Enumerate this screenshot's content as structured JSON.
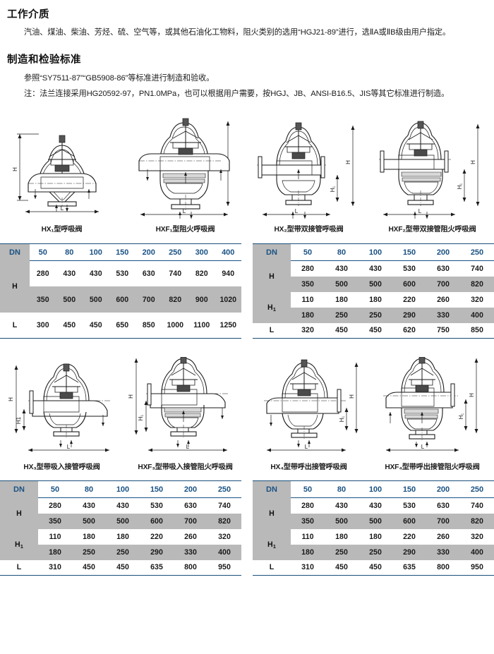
{
  "sections": [
    {
      "id": "working-medium",
      "title": "工作介质",
      "lines": [
        "汽油、煤油、柴油、芳烃、硫、空气等，或其他石油化工物料，阻火类别的选用“HGJ21-89”进行，选ⅡA或ⅡB级由用户指定。"
      ]
    },
    {
      "id": "manufacturing-standard",
      "title": "制造和检验标准",
      "lines": [
        "参照“SY7511-87”“GB5908-86”等标准进行制造和验收。",
        "注：法兰连接采用HG20592-97，PN1.0MPa，也可以根据用户需要，按HGJ、JB、ANSI-B16.5、JIS等其它标准进行制造。"
      ]
    }
  ],
  "diagrams_top": [
    {
      "id": "hx1",
      "caption": "HX₁型呼吸阀",
      "dims": [
        "H",
        "L"
      ]
    },
    {
      "id": "hxf1",
      "caption": "HXF₁型阻火呼吸阀",
      "dims": [
        "H",
        "L"
      ]
    },
    {
      "id": "hx2",
      "caption": "HX₂型带双接管呼吸阀",
      "dims": [
        "H",
        "H₁",
        "L"
      ]
    },
    {
      "id": "hxf2",
      "caption": "HXF₂型带双接管阻火呼吸阀",
      "dims": [
        "H",
        "H₁",
        "L"
      ]
    }
  ],
  "diagrams_bottom": [
    {
      "id": "hx3",
      "caption": "HX₃型带吸入接管呼吸阀",
      "dims": [
        "H",
        "H1",
        "L"
      ]
    },
    {
      "id": "hxf3",
      "caption": "HXF₃型带吸入接管阻火呼吸阀",
      "dims": [
        "H",
        "H₁",
        "L"
      ]
    },
    {
      "id": "hx4",
      "caption": "HX₄型带呼出接管呼吸阀",
      "dims": [
        "H",
        "H₁",
        "L"
      ]
    },
    {
      "id": "hxf4",
      "caption": "HXF₄型带呼出接管阻火呼吸阀",
      "dims": [
        "H",
        "H₁",
        "L"
      ]
    }
  ],
  "colors": {
    "header_text": "#1a5284",
    "rule": "#1a4f7a",
    "shaded_cell": "#b9b9b9",
    "body_text": "#1a1a1a"
  },
  "tables": [
    {
      "id": "table-hx1-hxf1",
      "dn_label": "DN",
      "columns": [
        "50",
        "80",
        "100",
        "150",
        "200",
        "250",
        "300",
        "400"
      ],
      "rows": [
        {
          "label": "H",
          "label_sub": "",
          "span": 2,
          "values": [
            [
              "280",
              "430",
              "430",
              "530",
              "630",
              "740",
              "820",
              "940"
            ],
            [
              "350",
              "500",
              "500",
              "600",
              "700",
              "820",
              "900",
              "1020"
            ]
          ]
        },
        {
          "label": "L",
          "label_sub": "",
          "span": 1,
          "values": [
            [
              "300",
              "450",
              "450",
              "650",
              "850",
              "1000",
              "1100",
              "1250"
            ]
          ]
        }
      ]
    },
    {
      "id": "table-hx2-hxf2",
      "dn_label": "DN",
      "columns": [
        "50",
        "80",
        "100",
        "150",
        "200",
        "250"
      ],
      "rows": [
        {
          "label": "H",
          "label_sub": "",
          "span": 2,
          "values": [
            [
              "280",
              "430",
              "430",
              "530",
              "630",
              "740"
            ],
            [
              "350",
              "500",
              "500",
              "600",
              "700",
              "820"
            ]
          ]
        },
        {
          "label": "H",
          "label_sub": "1",
          "span": 2,
          "values": [
            [
              "110",
              "180",
              "180",
              "220",
              "260",
              "320"
            ],
            [
              "180",
              "250",
              "250",
              "290",
              "330",
              "400"
            ]
          ]
        },
        {
          "label": "L",
          "label_sub": "",
          "span": 1,
          "values": [
            [
              "320",
              "450",
              "450",
              "620",
              "750",
              "850"
            ]
          ]
        }
      ]
    },
    {
      "id": "table-hx3-hxf3",
      "dn_label": "DN",
      "columns": [
        "50",
        "80",
        "100",
        "150",
        "200",
        "250"
      ],
      "rows": [
        {
          "label": "H",
          "label_sub": "",
          "span": 2,
          "values": [
            [
              "280",
              "430",
              "430",
              "530",
              "630",
              "740"
            ],
            [
              "350",
              "500",
              "500",
              "600",
              "700",
              "820"
            ]
          ]
        },
        {
          "label": "H",
          "label_sub": "1",
          "span": 2,
          "values": [
            [
              "110",
              "180",
              "180",
              "220",
              "260",
              "320"
            ],
            [
              "180",
              "250",
              "250",
              "290",
              "330",
              "400"
            ]
          ]
        },
        {
          "label": "L",
          "label_sub": "",
          "span": 1,
          "values": [
            [
              "310",
              "450",
              "450",
              "635",
              "800",
              "950"
            ]
          ]
        }
      ]
    },
    {
      "id": "table-hx4-hxf4",
      "dn_label": "DN",
      "columns": [
        "50",
        "80",
        "100",
        "150",
        "200",
        "250"
      ],
      "rows": [
        {
          "label": "H",
          "label_sub": "",
          "span": 2,
          "values": [
            [
              "280",
              "430",
              "430",
              "530",
              "630",
              "740"
            ],
            [
              "350",
              "500",
              "500",
              "600",
              "700",
              "820"
            ]
          ]
        },
        {
          "label": "H",
          "label_sub": "1",
          "span": 2,
          "values": [
            [
              "110",
              "180",
              "180",
              "220",
              "260",
              "320"
            ],
            [
              "180",
              "250",
              "250",
              "290",
              "330",
              "400"
            ]
          ]
        },
        {
          "label": "L",
          "label_sub": "",
          "span": 1,
          "values": [
            [
              "310",
              "450",
              "450",
              "635",
              "800",
              "950"
            ]
          ]
        }
      ]
    }
  ]
}
